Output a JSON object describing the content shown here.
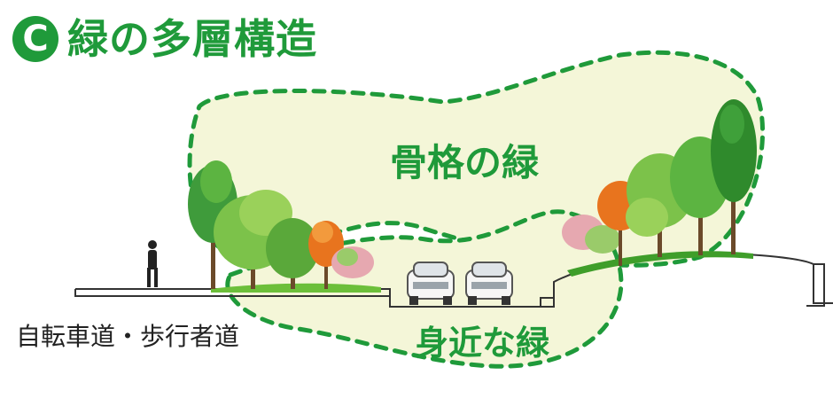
{
  "header": {
    "badge_letter": "C",
    "title": "緑の多層構造"
  },
  "zones": {
    "skeleton_green": "骨格の緑",
    "nearby_green": "身近な緑"
  },
  "section_labels": {
    "path": "自転車道・歩行者道"
  },
  "colors": {
    "accent_green": "#1f9a3a",
    "zone_fill": "#f4f6d8",
    "tree_green": "#5aa83a",
    "tree_dark_green": "#2f8a2c",
    "tree_orange": "#e8741e",
    "blossom_pink": "#e6a8b0"
  }
}
